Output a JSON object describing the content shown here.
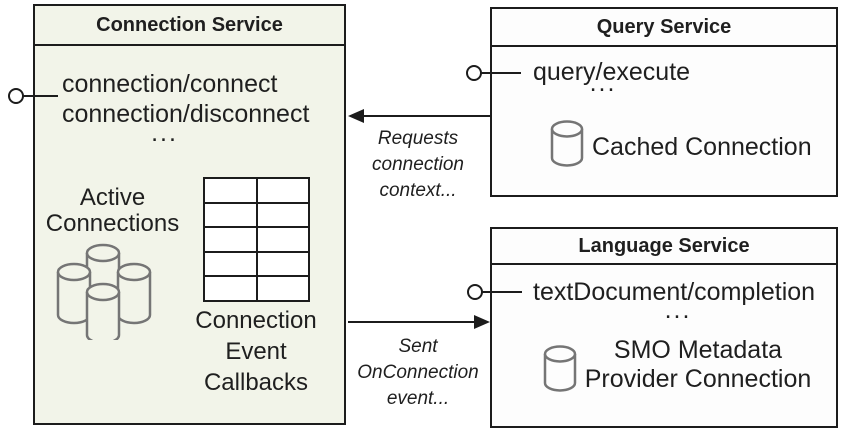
{
  "diagram": {
    "connection_service": {
      "title": "Connection Service",
      "methods": [
        "connection/connect",
        "connection/disconnect",
        "..."
      ],
      "active_connections": {
        "line1": "Active",
        "line2": "Connections"
      },
      "callback_label": {
        "line1": "Connection",
        "line2": "Event",
        "line3": "Callbacks"
      },
      "callback_table": {
        "rows": 5,
        "cols": 2
      }
    },
    "query_service": {
      "title": "Query Service",
      "methods": [
        "query/execute",
        "..."
      ],
      "db_label": "Cached Connection"
    },
    "language_service": {
      "title": "Language Service",
      "methods": [
        "textDocument/completion",
        "..."
      ],
      "db_label": {
        "line1": "SMO Metadata",
        "line2": "Provider Connection"
      }
    },
    "arrows": {
      "requests": {
        "line1": "Requests",
        "line2": "connection",
        "line3": "context..."
      },
      "sent": {
        "line1": "Sent",
        "line2": "OnConnection",
        "line3": "event..."
      }
    }
  },
  "colors": {
    "border": "#1c1c1c",
    "connection_service_fill": "#f2f4e9",
    "service_fill": "#fdfdfd",
    "icon_stroke": "#757575",
    "text": "#1f1f1f",
    "table_cell_fill": "#ffffff"
  }
}
